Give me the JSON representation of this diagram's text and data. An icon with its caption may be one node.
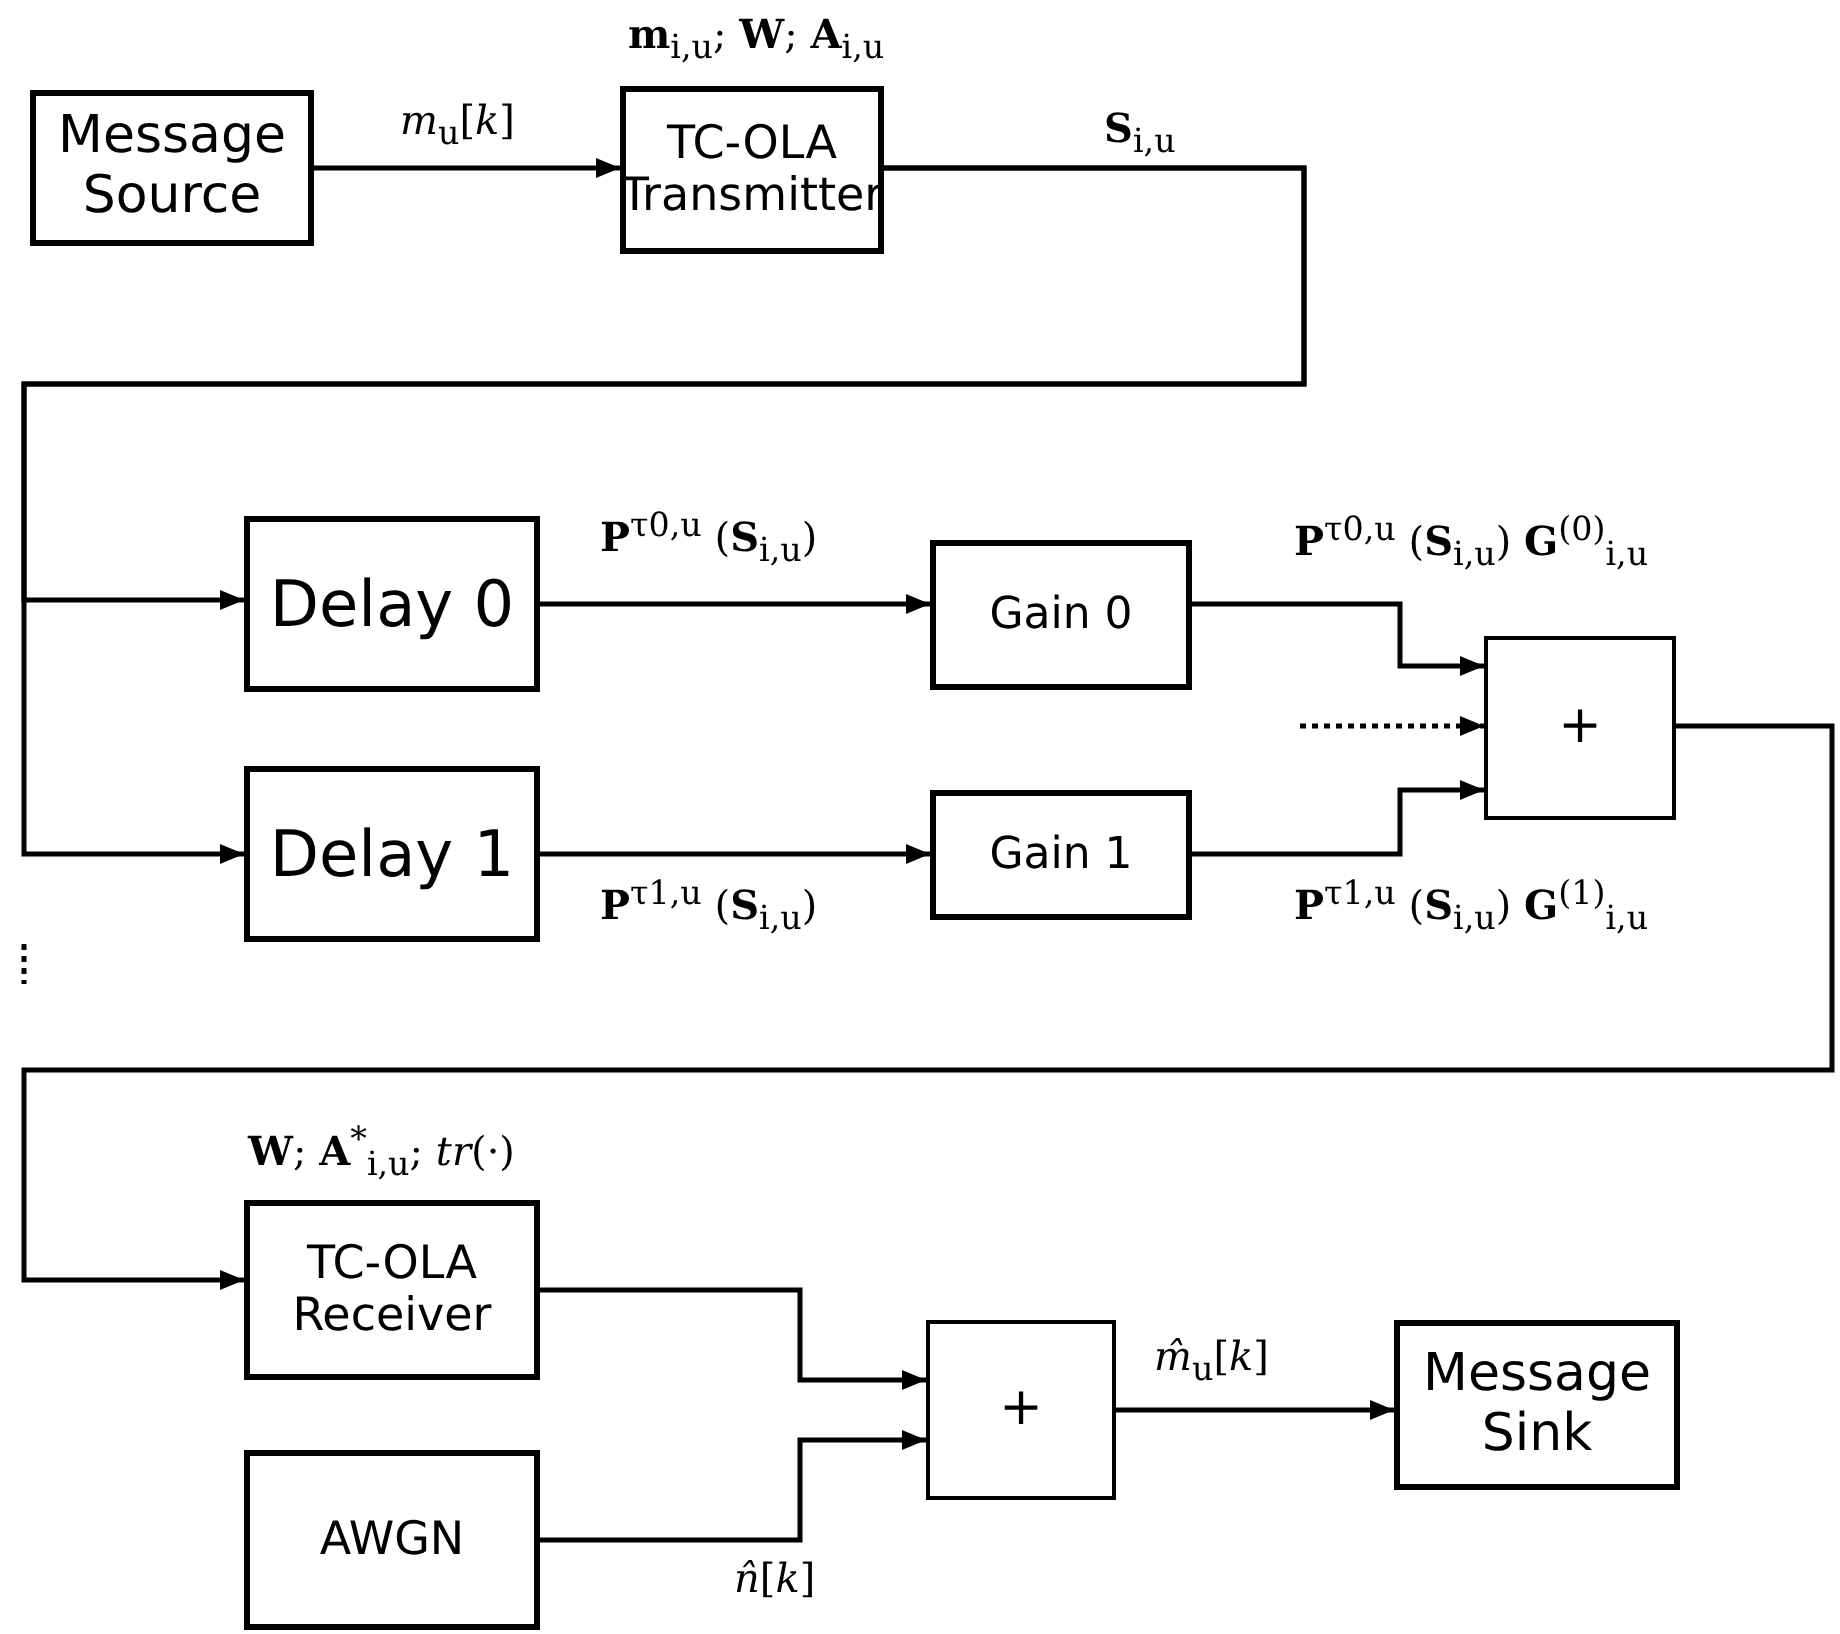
{
  "diagram": {
    "nodes": [
      {
        "text": [
          "Message Source"
        ]
      },
      {
        "text": [
          "TC-OLA Transmitter"
        ],
        "beside": [
          "**m**$_{i,u}$; **W**; **A**$_{i,u}$"
        ]
      },
      {
        "text": [
          "Delay 0"
        ]
      },
      {
        "text": [
          "Gain 0"
        ]
      },
      {
        "text": [
          "Delay 1"
        ]
      },
      {
        "text": [
          "Gain 1"
        ]
      },
      {
        "text": [
          "+"
        ]
      },
      {
        "text": [
          "TC-OLA Receiver"
        ],
        "beside": [
          "**W**; **A**$^{*}$$_{i,u}$; *tr*(·)"
        ]
      },
      {
        "text": [
          "AWGN"
        ]
      },
      {
        "text": [
          "+"
        ]
      },
      {
        "text": [
          "Message Sink"
        ]
      }
    ],
    "edges": [
      {
        "from": 0,
        "to": 1,
        "arrow": "to",
        "label": "*m*$_{u}$[*k*]"
      },
      {
        "from": 1,
        "to": 2,
        "arrow": "to",
        "label": "**S**$_{i,u}$"
      },
      {
        "from": 1,
        "to": 4,
        "arrow": "to"
      },
      {
        "from": 2,
        "to": 3,
        "arrow": "to",
        "label": "**P**$^{τ0,u}$ (**S**$_{i,u}$)"
      },
      {
        "from": 4,
        "to": 5,
        "arrow": "to",
        "label": "**P**$^{τ1,u}$ (**S**$_{i,u}$)"
      },
      {
        "from": 3,
        "to": 6,
        "arrow": "to",
        "label": "**P**$^{τ0,u}$ (**S**$_{i,u}$) **G**$^{(0)}$$_{i,u}$"
      },
      {
        "from": 5,
        "to": 6,
        "arrow": "to",
        "label": "**P**$^{τ1,u}$ (**S**$_{i,u}$) **G**$^{(1)}$$_{i,u}$"
      },
      {
        "from": null,
        "to": 6,
        "arrow": "to",
        "style": "dashed"
      },
      {
        "from": 6,
        "to": 7,
        "arrow": "to"
      },
      {
        "from": 7,
        "to": 9,
        "arrow": "to"
      },
      {
        "from": 8,
        "to": 9,
        "arrow": "to",
        "label": "*n̂*[*k*]"
      },
      {
        "from": 9,
        "to": 10,
        "arrow": "to",
        "label": "*m̂*$_{u}$[*k*]"
      }
    ]
  }
}
